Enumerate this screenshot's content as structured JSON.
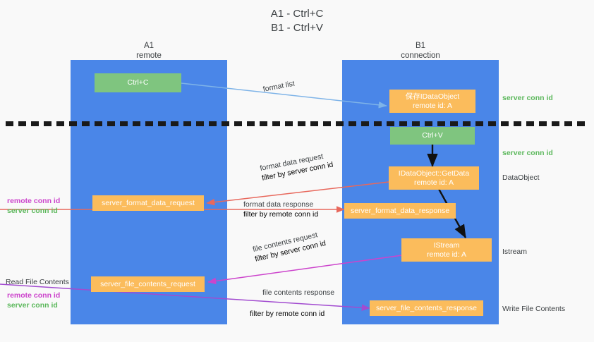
{
  "title": "A1 - Ctrl+C\nB1 - Ctrl+V",
  "lanes": [
    {
      "name": "a1",
      "label": "A1\nremote"
    },
    {
      "name": "b1",
      "label": "B1\nconnection"
    }
  ],
  "nodes": [
    {
      "id": "ctrl-c",
      "label": "Ctrl+C",
      "color": "green"
    },
    {
      "id": "idataobject-create",
      "label": "保存IDataObject\nremote id: A",
      "color": "orange"
    },
    {
      "id": "ctrl-v",
      "label": "Ctrl+V",
      "color": "green"
    },
    {
      "id": "idataobject-getdata",
      "label": "IDataObject::GetData\nremote id: A",
      "color": "orange"
    },
    {
      "id": "server-format-data-request",
      "label": "server_format_data_request",
      "color": "orange"
    },
    {
      "id": "server-format-data-response",
      "label": "server_format_data_response",
      "color": "orange"
    },
    {
      "id": "istream",
      "label": "IStream\nremote id: A",
      "color": "orange"
    },
    {
      "id": "server-file-contents-request",
      "label": "server_file_contents_request",
      "color": "orange"
    },
    {
      "id": "server-file-contents-response",
      "label": "server_file_contents_response",
      "color": "orange"
    }
  ],
  "edge_labels": {
    "format_list": "format list",
    "format_data_request": "format data request",
    "format_data_request_filter_prefix": "filter by ",
    "format_data_request_filter_key": "server conn id",
    "format_data_response": "format data response",
    "format_data_response_filter_prefix": "filter by ",
    "format_data_response_filter_key": "remote conn id",
    "file_contents_request": "file contents request",
    "file_contents_request_filter_prefix": "filter by ",
    "file_contents_request_filter_key": "server conn id",
    "file_contents_response": "file contents response",
    "file_contents_response_filter_prefix": "filter by ",
    "file_contents_response_filter_key": "remote conn id"
  },
  "right_annotations": [
    {
      "id": "server-conn-id-top",
      "text": "server conn id",
      "style": "green"
    },
    {
      "id": "server-conn-id-second",
      "text": "server conn id",
      "style": "green"
    },
    {
      "id": "dataobject",
      "text": "DataObject",
      "style": "plain"
    },
    {
      "id": "istream-label",
      "text": "Istream",
      "style": "plain"
    },
    {
      "id": "write-file-contents",
      "text": "Write File Contents",
      "style": "plain"
    }
  ],
  "left_annotations": {
    "format_group": {
      "remote": "remote conn id",
      "server": "server conn id"
    },
    "read_file_contents": "Read File Contents",
    "file_group": {
      "remote": "remote conn id",
      "server": "server conn id"
    }
  },
  "colors": {
    "lane": "#4a86e8",
    "green_node": "#7fc57f",
    "orange_node": "#fbbc5c",
    "server_conn_id": "#5cb85c",
    "remote_conn_id": "#cc44cc",
    "arrow_blue": "#7fb4e8",
    "arrow_red": "#e8685c",
    "arrow_magenta": "#cc44cc",
    "arrow_purple": "#a24bd0",
    "arrow_black": "#1a1a1a",
    "background": "#f9f9f9"
  }
}
